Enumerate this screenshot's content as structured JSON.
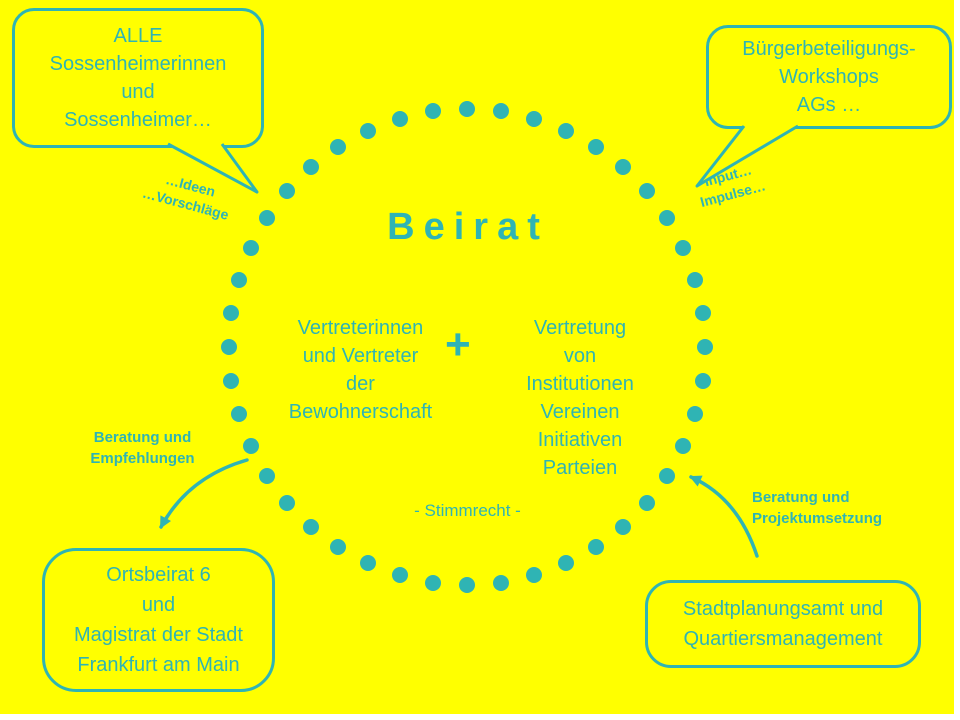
{
  "colors": {
    "background": "#FFFF00",
    "teal": "#2FB4B4",
    "edge": "#FFFFFF"
  },
  "bubbles": {
    "top_left": "ALLE\nSossenheimerinnen\nund\nSossenheimer…",
    "top_right": "Bürgerbeteiligungs-\nWorkshops\nAGs …",
    "bottom_left": "Ortsbeirat 6\nund\nMagistrat der Stadt\nFrankfurt am Main",
    "bottom_right": "Stadtplanungsamt und\nQuartiersmanagement"
  },
  "captions": {
    "ideas": "…Ideen\n…Vorschläge",
    "input": "Input…\nImpulse…",
    "advice_left": "Beratung und\nEmpfehlungen",
    "advice_right": "Beratung und\nProjektumsetzung"
  },
  "circle": {
    "title": "Beirat",
    "members_left": "Vertreterinnen\nund Vertreter\nder\nBewohnerschaft",
    "plus": "+",
    "members_right": "Vertretung\nvon\nInstitutionen\nVereinen\nInitiativen\nParteien",
    "voting": "- Stimmrecht -",
    "dot_count": 44
  }
}
